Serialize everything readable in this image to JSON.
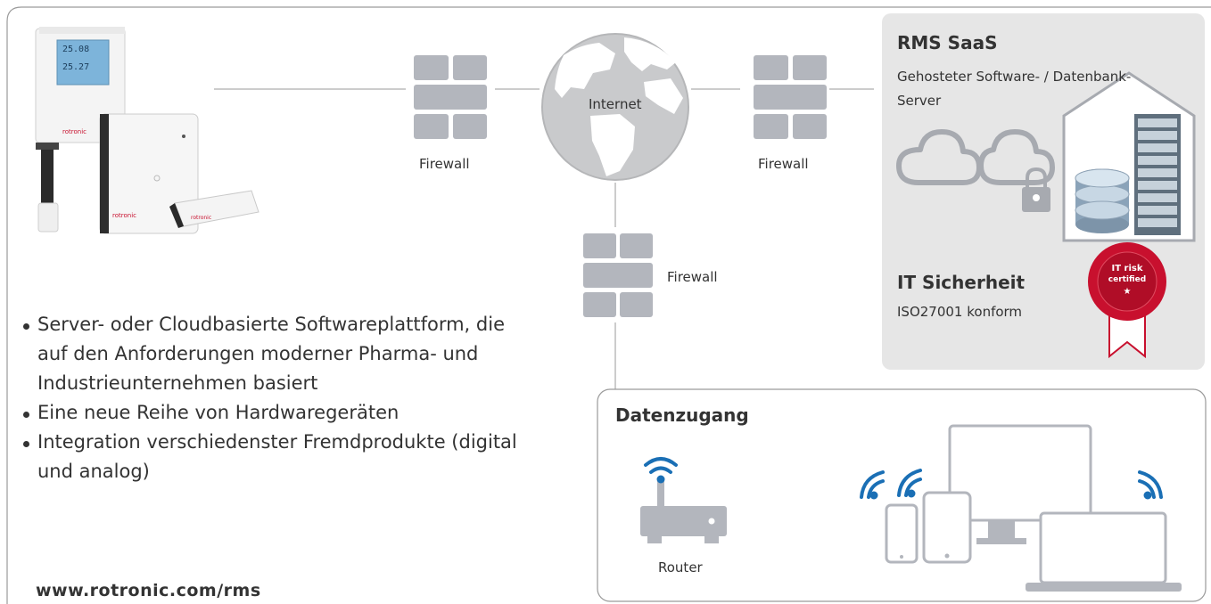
{
  "firewall_label": "Firewall",
  "internet_label": "Internet",
  "saas": {
    "title": "RMS SaaS",
    "subtitle": "Gehosteter Software- / Datenbank-Server",
    "subtitle_line1": "Gehosteter Software- / Datenbank-",
    "subtitle_line2": "Server"
  },
  "security": {
    "title": "IT Sicherheit",
    "subtitle": "ISO27001 konform",
    "badge_line1": "IT risk",
    "badge_line2": "certified",
    "badge_star": "★"
  },
  "access": {
    "title": "Datenzugang",
    "router_label": "Router"
  },
  "bullets": [
    "Server- oder Cloudbasierte Softwareplattform, die auf den Anforderungen moderner Pharma- und Industrieunternehmen basiert",
    "Eine neue Reihe von Hardwaregeräten",
    "Integration verschiedenster Fremdprodukte (digital und analog)"
  ],
  "website": "www.rotronic.com/rms",
  "device_display": {
    "line1": "25.08",
    "line2": "25.27",
    "brand": "rotronic"
  },
  "colors": {
    "wifi_blue": "#1a6fb5",
    "badge_red": "#c8102e",
    "gray_panel": "#e6e6e6",
    "gray_shape": "#b3b6bd",
    "line_gray": "#999999"
  }
}
